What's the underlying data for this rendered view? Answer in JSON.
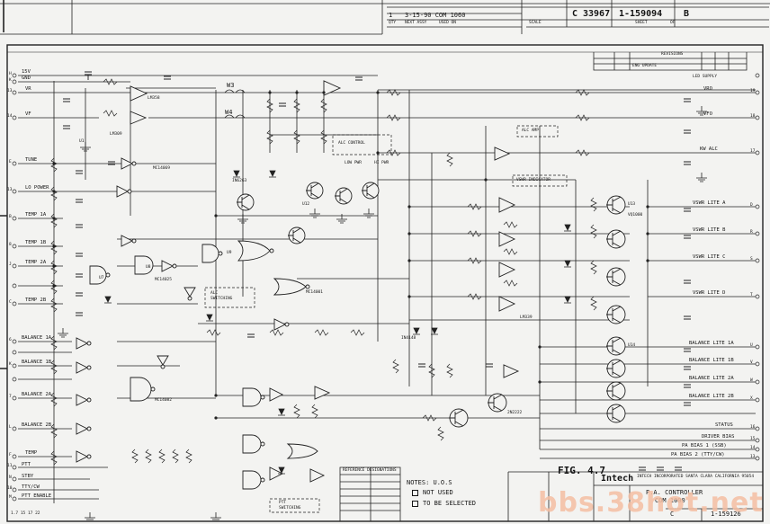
{
  "title_block_top": {
    "rev_row": "3-15-90  COM 1060",
    "rev_letter": "1",
    "qty_header": "QTY",
    "next_assy_header": "NEXT ASSY",
    "used_on_header": "USED ON",
    "size_code": "C",
    "cage_code": "33967",
    "drawing_number": "1-159094",
    "revision": "B",
    "scale_label": "SCALE",
    "sheet_label": "SHEET",
    "of_label": "OF"
  },
  "revisions_block": {
    "header": "REVISIONS",
    "description": "ENG UPDATE",
    "led_supply": "LED SUPPLY"
  },
  "left_inputs": [
    {
      "pin": "H",
      "name": "15V"
    },
    {
      "pin": "K",
      "name": "GND"
    },
    {
      "pin": "13",
      "name": "VR"
    },
    {
      "pin": "14",
      "name": "VF"
    },
    {
      "pin": "E",
      "name": "TUNE"
    },
    {
      "pin": "13",
      "name": "LO POWER"
    },
    {
      "pin": "B",
      "name": "TEMP 1A"
    },
    {
      "pin": "8",
      "name": "TEMP 1B"
    },
    {
      "pin": "J",
      "name": "TEMP 2A"
    },
    {
      "pin": "C",
      "name": "TEMP 2B"
    },
    {
      "pin": "6",
      "name": "BALANCE 1A"
    },
    {
      "pin": "K",
      "name": "BALANCE 1B"
    },
    {
      "pin": "7",
      "name": "BALANCE 2A"
    },
    {
      "pin": "L",
      "name": "BALANCE 2B"
    },
    {
      "pin": "F",
      "name": "TEMP"
    },
    {
      "pin": "11",
      "name": "PTT"
    },
    {
      "pin": "N",
      "name": "STBY"
    },
    {
      "pin": "10",
      "name": "TTY/CW"
    },
    {
      "pin": "M",
      "name": "PTT ENABLE"
    }
  ],
  "right_outputs": [
    {
      "pin": "19",
      "name": "VRO"
    },
    {
      "pin": "18",
      "name": "VFO"
    },
    {
      "pin": "17",
      "name": "KW ALC"
    },
    {
      "pin": "D",
      "name": "VSWR LITE A"
    },
    {
      "pin": "R",
      "name": "VSWR LITE B"
    },
    {
      "pin": "S",
      "name": "VSWR LITE C"
    },
    {
      "pin": "T",
      "name": "VSWR LITE D"
    },
    {
      "pin": "U",
      "name": "BALANCE LITE 1A"
    },
    {
      "pin": "V",
      "name": "BALANCE LITE 1B"
    },
    {
      "pin": "W",
      "name": "BALANCE LITE 2A"
    },
    {
      "pin": "X",
      "name": "BALANCE LITE 2B"
    },
    {
      "pin": "16",
      "name": "STATUS"
    },
    {
      "pin": "15",
      "name": "DRIVER BIAS"
    },
    {
      "pin": "14",
      "name": "PA BIAS 1 (SSB)"
    },
    {
      "pin": "13",
      "name": "PA BIAS 2 (TTY/CW)"
    }
  ],
  "block_labels": {
    "alc_control": "ALC CONTROL",
    "alc_amp": "ALC AMP",
    "vswr_indicator": "VSWR INDICATOR",
    "alc_switching": "ALC\nSWITCHING",
    "ptt_switching": "PTT\nSWITCHING",
    "low_pwr": "LOW PWR",
    "hi_pwr": "HI PWR"
  },
  "components": {
    "w3": "W3",
    "w4": "W4",
    "u1": "U1",
    "lm309": "LM309",
    "lm358": "LM358",
    "mc14069": "MC14069",
    "mc14025": "MC14025",
    "mc14001": "MC14001",
    "mc14082": "MC14082",
    "lm339": "LM339",
    "vq1000": "VQ1000",
    "q1": "2N2222",
    "u7": "U7",
    "u8": "U8",
    "u9": "U9",
    "u12": "U12",
    "u13": "U13",
    "u14": "U14",
    "in4148": "IN4148",
    "in6263": "IN6263"
  },
  "notes": {
    "header": "NOTES: U.O.S",
    "note1": "NOT USED",
    "note2": "TO BE SELECTED",
    "ref_header": "REFERENCE DESIGNATIONS"
  },
  "figure_label": "FIG. 4.7",
  "company": {
    "name": "Intech",
    "sub": "INTECH INCORPORATED SANTA CLARA CALIFORNIA 95054",
    "drawing_title": "P.A. CONTROLLER",
    "model": "COM 1000",
    "size": "C",
    "number": "1-159126"
  },
  "watermark": "bbs.38hot.net",
  "corner_note": "1.7 15 17 22"
}
